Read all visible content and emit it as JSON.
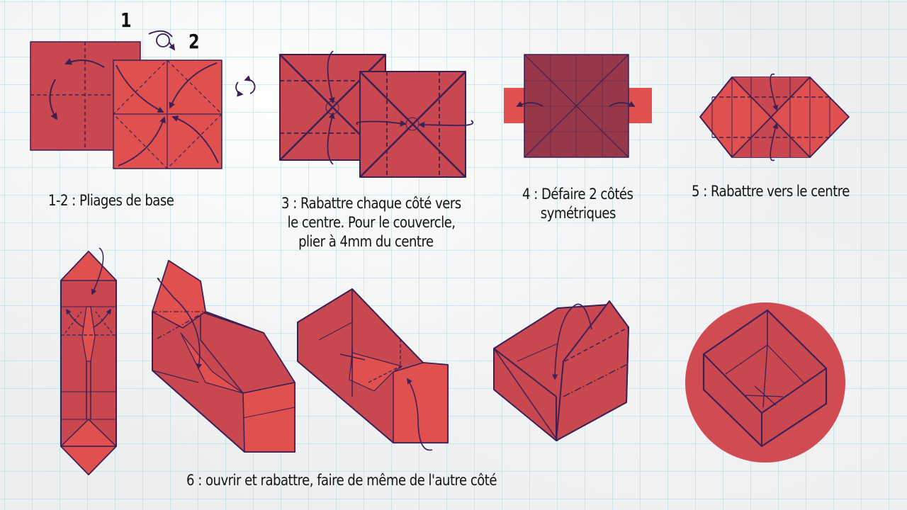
{
  "diagram": {
    "title": "Origami box folding instructions",
    "colors": {
      "paper_light": "#e0504e",
      "paper_mid": "#c94850",
      "paper_dark": "#963848",
      "line": "#3b1f55",
      "background": "#f6f7f7",
      "grid": "#a8dce3"
    },
    "step_numbers": {
      "one": "1",
      "two": "2"
    },
    "icons": {
      "flip_over": "flip-over-icon",
      "rotate": "rotate-icon"
    },
    "captions": {
      "step_1_2": "1-2 : Pliages de base",
      "step_3": [
        "3 : Rabattre chaque côté vers",
        "le centre. Pour le couvercle,",
        "plier à 4mm du centre"
      ],
      "step_4": [
        "4 : Défaire 2 côtés",
        "symétriques"
      ],
      "step_5": "5 : Rabattre vers le centre",
      "step_6": "6 : ouvrir et rabattre, faire de même de l'autre côté"
    }
  }
}
